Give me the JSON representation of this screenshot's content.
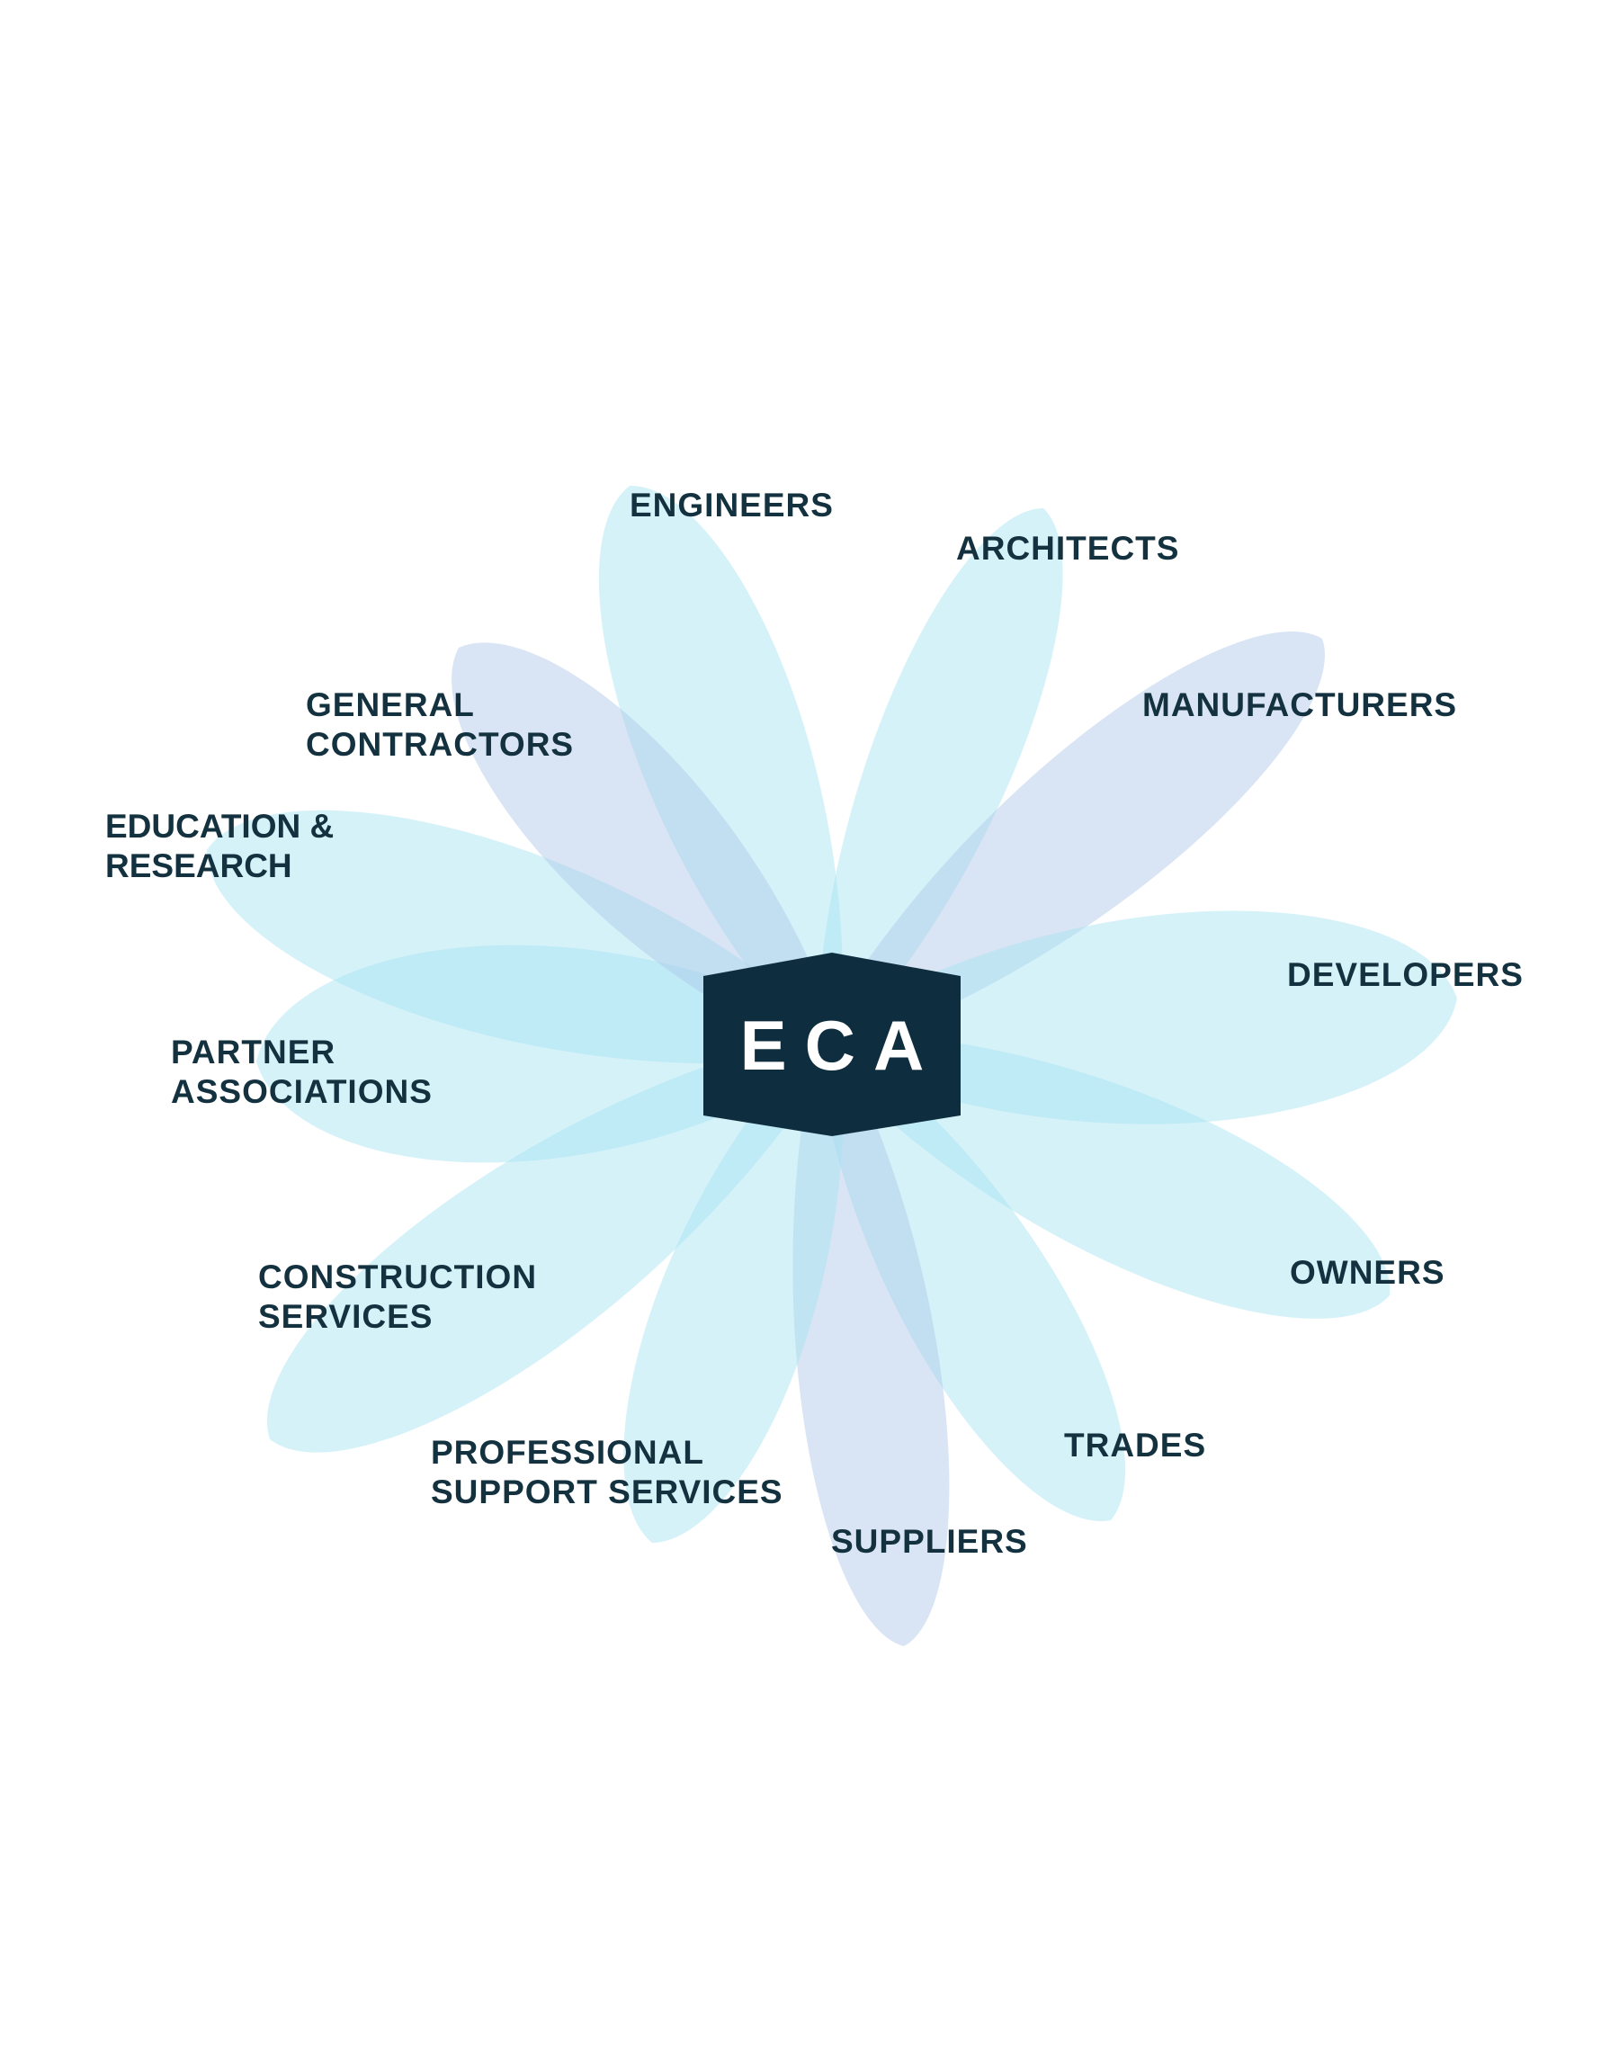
{
  "center": {
    "text": "ECA",
    "fill_color": "#0e2e3f",
    "text_color": "#ffffff"
  },
  "colors": {
    "petal_cyan": "#a5e2f1",
    "petal_periwinkle": "#aac6e6",
    "label": "#13313f"
  },
  "nodes": [
    {
      "id": "engineers",
      "lines": [
        "ENGINEERS"
      ]
    },
    {
      "id": "architects",
      "lines": [
        "ARCHITECTS"
      ]
    },
    {
      "id": "manufacturers",
      "lines": [
        "MANUFACTURERS"
      ]
    },
    {
      "id": "developers",
      "lines": [
        "DEVELOPERS"
      ]
    },
    {
      "id": "owners",
      "lines": [
        "OWNERS"
      ]
    },
    {
      "id": "trades",
      "lines": [
        "TRADES"
      ]
    },
    {
      "id": "suppliers",
      "lines": [
        "SUPPLIERS"
      ]
    },
    {
      "id": "professional-support-services",
      "lines": [
        "PROFESSIONAL",
        "SUPPORT SERVICES"
      ]
    },
    {
      "id": "construction-services",
      "lines": [
        "CONSTRUCTION",
        "SERVICES"
      ]
    },
    {
      "id": "partner-associations",
      "lines": [
        "PARTNER",
        "ASSOCIATIONS"
      ]
    },
    {
      "id": "education-research",
      "lines": [
        "EDUCATION &",
        "RESEARCH"
      ]
    },
    {
      "id": "general-contractors",
      "lines": [
        "GENERAL",
        "CONTRACTORS"
      ]
    }
  ]
}
